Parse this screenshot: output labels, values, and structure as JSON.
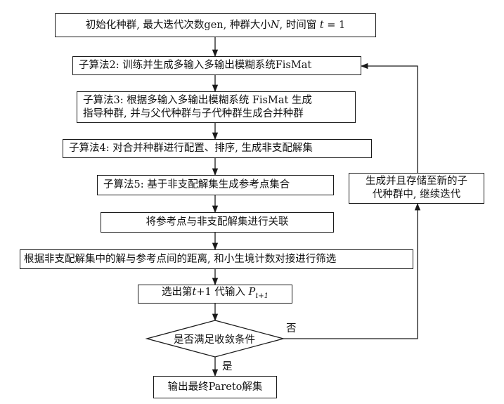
{
  "steps": {
    "init": {
      "text_a": "初始化种群, 最大迭代次数gen, 种群大小",
      "var_n": "N",
      "text_b": ", 时间窗",
      "var_t": "t",
      "text_c": " = 1"
    },
    "s2": "子算法2: 训练并生成多输入多输出模糊系统FisMat",
    "s3_line1": "子算法3: 根据多输入多输出模糊系统 FisMat 生成",
    "s3_line2": "指导种群, 并与父代种群与子代种群生成合并种群",
    "s4": "子算法4: 对合并种群进行配置、排序, 生成非支配解集",
    "s5": "子算法5: 基于非支配解集生成参考点集合",
    "associate": "将参考点与非支配解集进行关联",
    "filter": "根据非支配解集中的解与参考点间的距离, 和小生境计数对接进行筛选",
    "select": {
      "text_a": "选出第",
      "var_t": "t",
      "text_b": "+1 代输入 ",
      "var_p": "P",
      "sub": "t+1"
    },
    "decision": "是否满足收敛条件",
    "output": "输出最终Pareto解集"
  },
  "side": {
    "line1": "生成并且存储至新的子",
    "line2": "代种群中, 继续迭代"
  },
  "labels": {
    "no": "否",
    "yes": "是"
  }
}
